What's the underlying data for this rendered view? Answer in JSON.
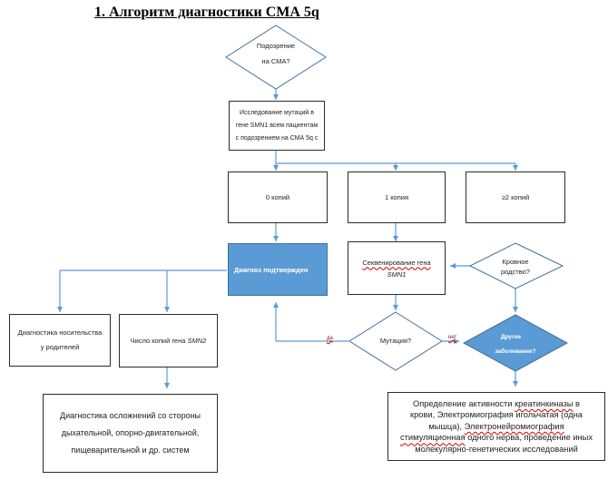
{
  "title": "1. Алгоритм диагностики СМА 5q",
  "nodes": {
    "suspicion_l1": "Подозрение",
    "suspicion_l2": "на СМА?",
    "study_l1": "Исследование мутаций в",
    "study_l2": "гене SMN1 всем пациентам",
    "study_l3": "с подозрением на СМА 5q с",
    "zero_copies": "0 копий",
    "one_copy": "1 копия",
    "two_copies": "≥2 копий",
    "diagnosis": "Диагноз подтвержден",
    "seq_text": "Секвенирование гена",
    "seq_gene": "SMN1",
    "consang_l1": "Кровное",
    "consang_l2": "родство?",
    "carrier_l1": "Диагностика носительства",
    "carrier_l2": "у родителей",
    "smn2_text": "Число копий гена",
    "smn2_gene": "SMN2",
    "mutation": "Мутация?",
    "other_l1": "Другое",
    "other_l2": "заболевание?",
    "complications_l1": "Диагностика осложнений со стороны",
    "complications_l2": "дыхательной, опорно-двигательной,",
    "complications_l3": "пищеварительной и др. систем",
    "activity_l1a": "Определение активности ",
    "activity_l1b": "креатинкиназы",
    "activity_l1c": " в",
    "activity_l2": "крови, Электромиография игольчатая (одна",
    "activity_l3a": "мышца), ",
    "activity_l3b": "Электронейромиография",
    "activity_l4a": "стимуляционная",
    "activity_l4b": " одного нерва, проведение иных",
    "activity_l5": "молекулярно-генетических исследований"
  },
  "edge_labels": {
    "yes": "да",
    "no": "нет"
  },
  "colors": {
    "accent_blue": "#5b9bd5",
    "arrow_blue": "#5b9bd5",
    "border": "#2b2b2b"
  }
}
